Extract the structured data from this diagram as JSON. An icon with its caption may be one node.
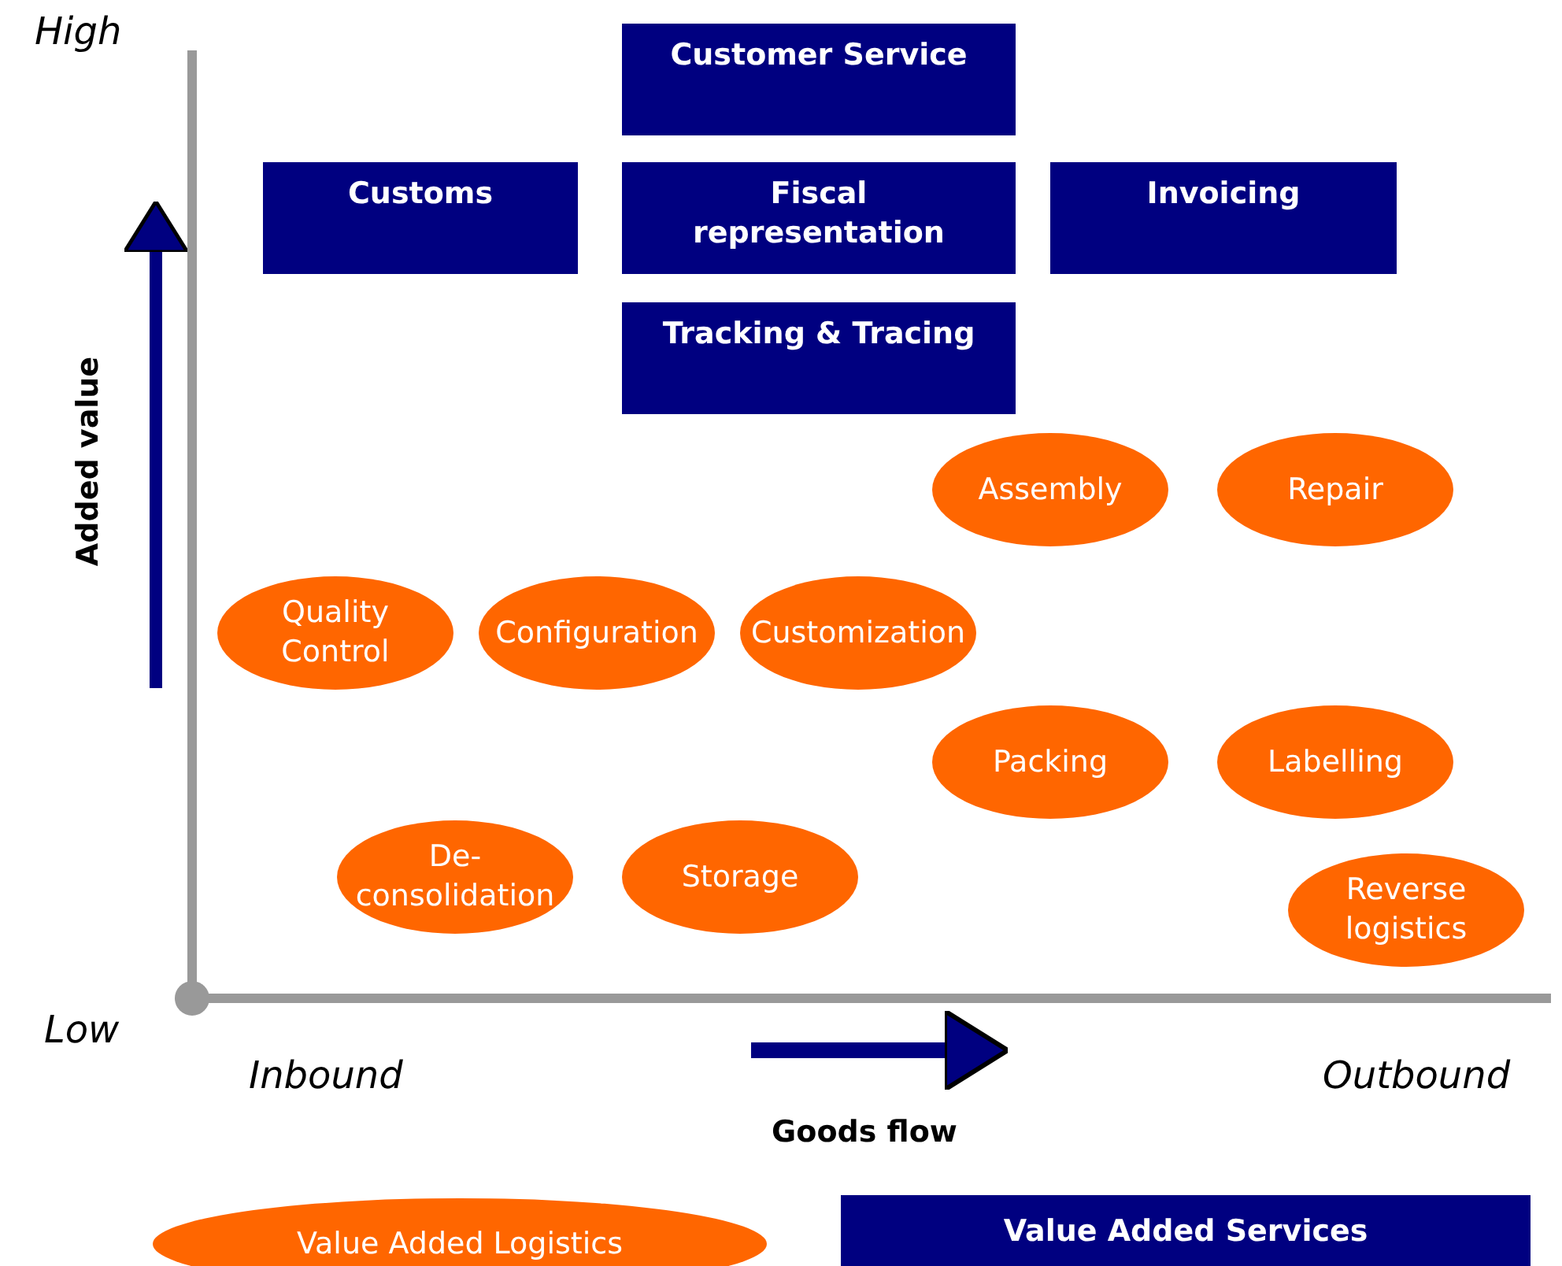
{
  "diagram": {
    "nodes": [
      {
        "text": [
          "Customer Service"
        ]
      },
      {
        "text": [
          "Customs"
        ]
      },
      {
        "text": [
          "Fiscal representation"
        ]
      },
      {
        "text": [
          "Invoicing"
        ]
      },
      {
        "text": [
          "Tracking & Tracing"
        ]
      },
      {
        "text": [
          "Assembly"
        ]
      },
      {
        "text": [
          "Repair"
        ]
      },
      {
        "text": [
          "Quality Control"
        ]
      },
      {
        "text": [
          "Configuration"
        ]
      },
      {
        "text": [
          "Customization"
        ]
      },
      {
        "text": [
          "Packing"
        ]
      },
      {
        "text": [
          "Labelling"
        ]
      },
      {
        "text": [
          "De- consolidation"
        ]
      },
      {
        "text": [
          "Storage"
        ]
      },
      {
        "text": [
          "Reverse logistics"
        ]
      }
    ],
    "edges": [],
    "labels": [
      "High",
      "Added value",
      "Low",
      "Inbound",
      "Outbound",
      "Goods flow"
    ],
    "legend": [
      {
        "text": "Value Added Logistics",
        "color": "#ff6600"
      },
      {
        "text": "Value Added Services",
        "color": "#000080"
      }
    ]
  }
}
